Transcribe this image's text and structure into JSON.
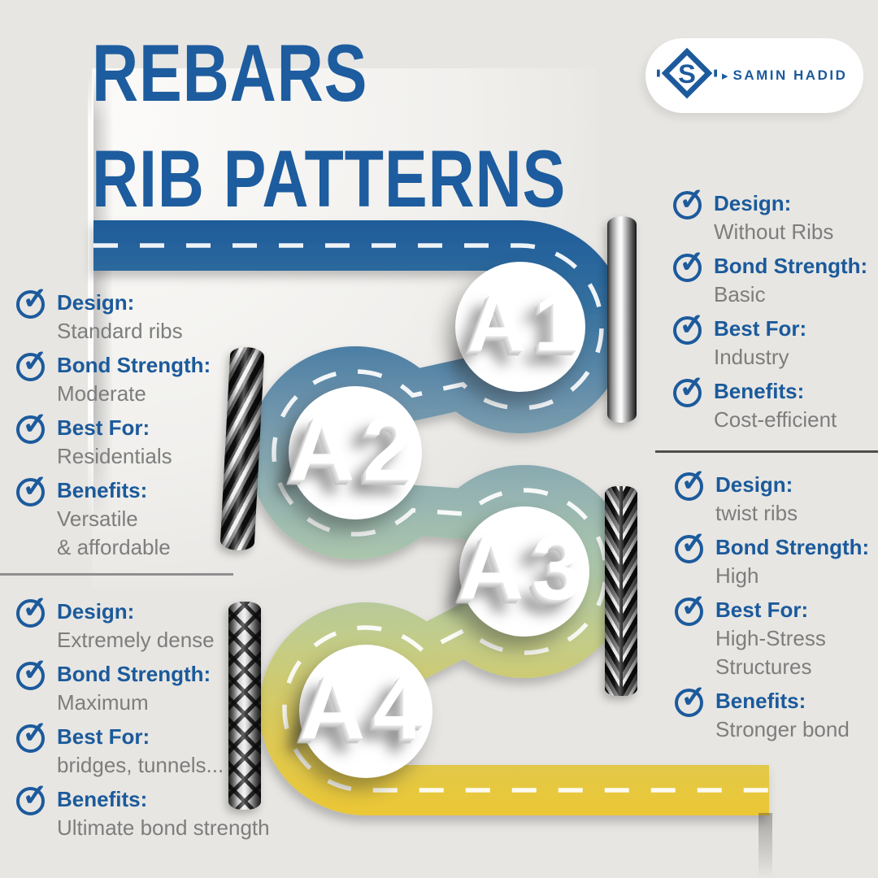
{
  "title": {
    "line1": "REBARS",
    "line2": "RIB PATTERNS"
  },
  "logo": {
    "brand": "SAMIN HADID",
    "mark_letter": "S"
  },
  "icons": {
    "check": "circled checkmark",
    "logo_mark": "diamond-monogram",
    "brand_arrow": "▸"
  },
  "colors": {
    "background": "#e7e6e3",
    "accent_blue": "#1c5a9c",
    "label_blue": "#1b5a9b",
    "value_gray": "#7d7d7d",
    "road_gradient": [
      "#1f5c9a",
      "#34709f",
      "#6a91ab",
      "#93b2b2",
      "#adc8ab",
      "#c2cc8a",
      "#d8c95e",
      "#ecc733"
    ]
  },
  "sections": [
    {
      "label": "A1",
      "rebar": "plain-smooth-rebar",
      "features": [
        {
          "label": "Design:",
          "value": "Without Ribs"
        },
        {
          "label": "Bond Strength:",
          "value": "Basic"
        },
        {
          "label": "Best For:",
          "value": "Industry"
        },
        {
          "label": "Benefits:",
          "value": "Cost-efficient"
        }
      ]
    },
    {
      "label": "A2",
      "rebar": "helical-ribbed-rebar",
      "features": [
        {
          "label": "Design:",
          "value": "Standard  ribs"
        },
        {
          "label": "Bond Strength:",
          "value": "Moderate"
        },
        {
          "label": "Best For:",
          "value": "Residentials"
        },
        {
          "label": "Benefits:",
          "value": "Versatile\n& affordable"
        }
      ]
    },
    {
      "label": "A3",
      "rebar": "twist-ribbed-rebar",
      "features": [
        {
          "label": "Design:",
          "value": "twist ribs"
        },
        {
          "label": "Bond Strength:",
          "value": "High"
        },
        {
          "label": "Best For:",
          "value": "High-Stress\nStructures"
        },
        {
          "label": "Benefits:",
          "value": "Stronger bond"
        }
      ]
    },
    {
      "label": "A4",
      "rebar": "cross-hatched-rebar",
      "features": [
        {
          "label": "Design:",
          "value": "Extremely dense"
        },
        {
          "label": "Bond Strength:",
          "value": "Maximum"
        },
        {
          "label": "Best For:",
          "value": "bridges, tunnels..."
        },
        {
          "label": "Benefits:",
          "value": "Ultimate bond strength"
        }
      ]
    }
  ]
}
